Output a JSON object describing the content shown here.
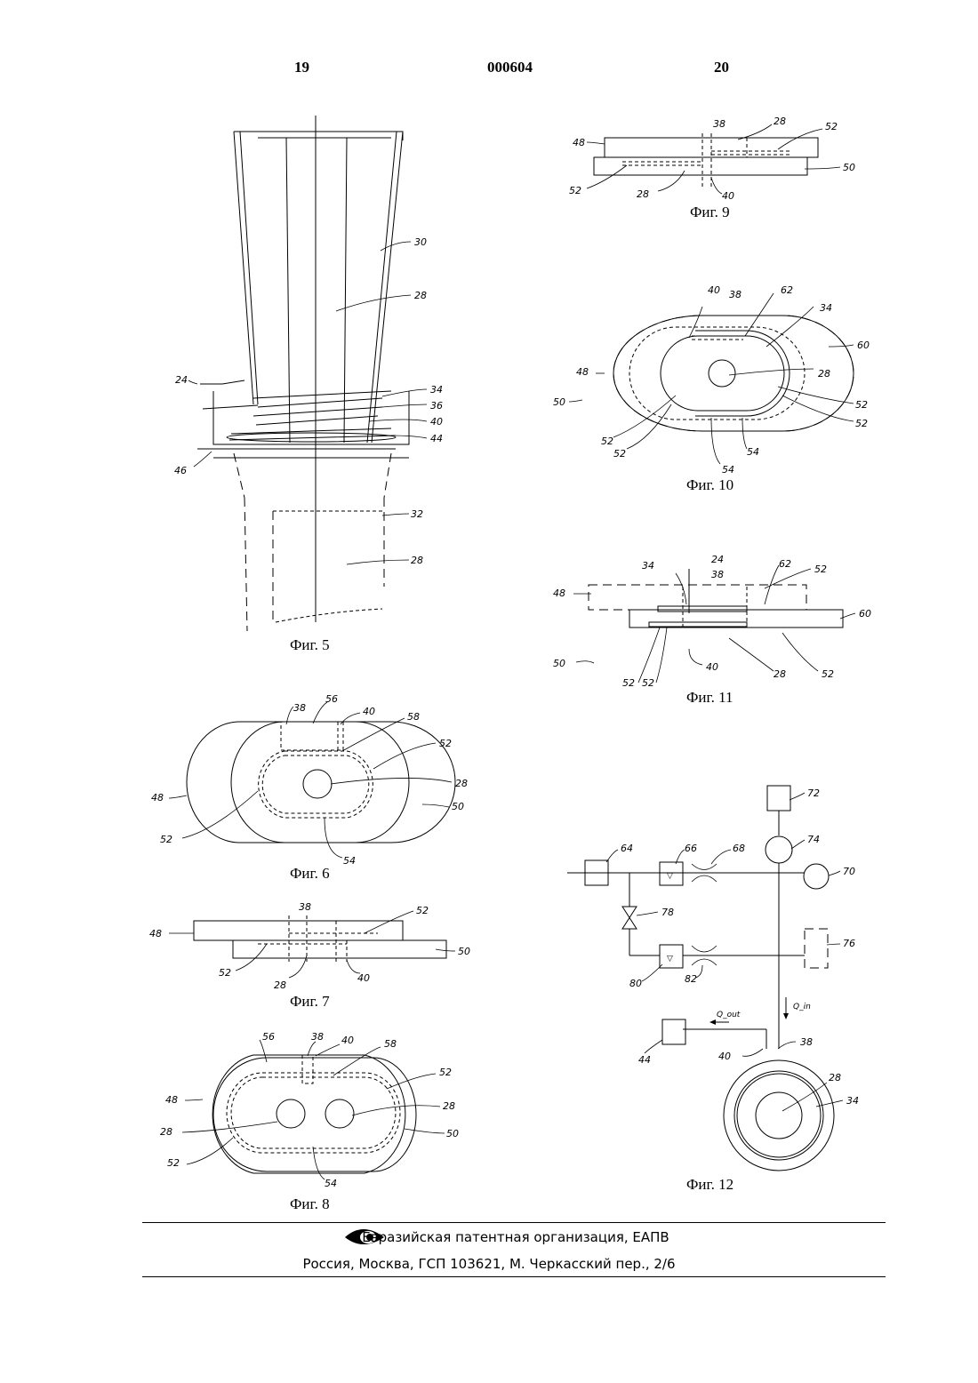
{
  "header": {
    "page_left": "19",
    "doc_number": "000604",
    "page_right": "20"
  },
  "figures": {
    "fig5": "Фиг. 5",
    "fig6": "Фиг. 6",
    "fig7": "Фиг. 7",
    "fig8": "Фиг. 8",
    "fig9": "Фиг. 9",
    "fig10": "Фиг. 10",
    "fig11": "Фиг. 11",
    "fig12": "Фиг. 12"
  },
  "fig12_flow_labels": {
    "in": "Q_in",
    "out": "Q_out"
  },
  "footer": {
    "org": "Евразийская патентная организация, ЕАПВ",
    "address": "Россия, Москва, ГСП 103621, М. Черкасский пер., 2/6"
  },
  "logo_icon": "eapo-eye-logo-icon"
}
